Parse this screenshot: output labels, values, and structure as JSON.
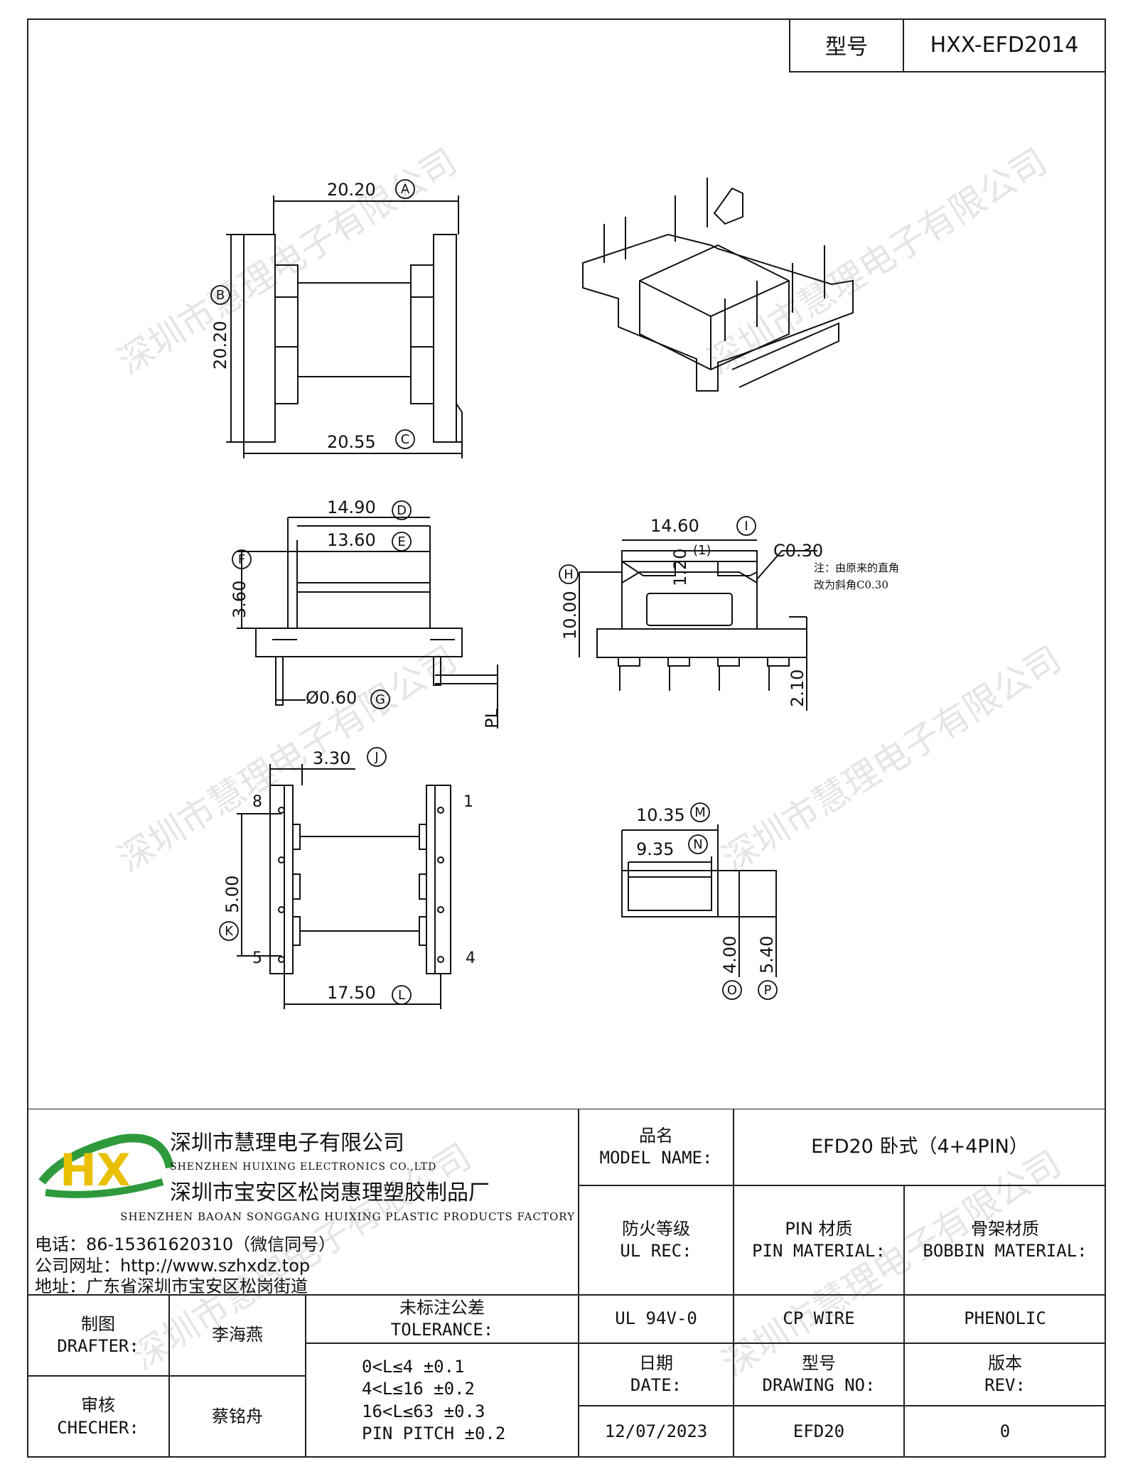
{
  "header": {
    "model_label": "型号",
    "model_value": "HXX-EFD2014"
  },
  "watermark": "深圳市慧理电子有限公司",
  "dimensions": {
    "A": "20.20",
    "B": "20.20",
    "C": "20.55",
    "D": "14.90",
    "E": "13.60",
    "F": "3.60",
    "G": "Ø0.60",
    "H": "10.00",
    "I": "14.60",
    "J": "3.30",
    "K": "5.00",
    "L": "17.50",
    "M": "10.35",
    "N": "9.35",
    "O": "4.00",
    "P": "5.40",
    "height_small": "1.20",
    "pin_len": "2.10",
    "pl": "PL",
    "chamfer": "C0.30",
    "note_ref": "(1)"
  },
  "dim_letters": [
    "A",
    "B",
    "C",
    "D",
    "E",
    "F",
    "G",
    "H",
    "I",
    "J",
    "K",
    "L",
    "M",
    "N",
    "O",
    "P"
  ],
  "pin_numbers": {
    "p8": "8",
    "p1": "1",
    "p5": "5",
    "p4": "4"
  },
  "note": {
    "line1": "注：由原来的直角",
    "line2": "改为斜角C0.30"
  },
  "company": {
    "name_cn": "深圳市慧理电子有限公司",
    "name_en": "SHENZHEN HUIXING ELECTRONICS CO.,LTD",
    "factory_cn": "深圳市宝安区松岗惠理塑胶制品厂",
    "factory_en": "SHENZHEN BAOAN SONGGANG HUIXING PLASTIC PRODUCTS FACTORY",
    "phone": "电话：86-15361620310（微信同号）",
    "website": "公司网址：http://www.szhxdz.top",
    "address": "地址：广东省深圳市宝安区松岗街道"
  },
  "logo": {
    "text": "HX",
    "green": "#2e9a3c",
    "yellow": "#e8c000"
  },
  "title_block": {
    "model_name_cn": "品名",
    "model_name_en": "MODEL NAME:",
    "model_name_value": "EFD20 卧式（4+4PIN）",
    "ul_cn": "防火等级",
    "ul_en": "UL REC:",
    "pin_mat_cn": "PIN 材质",
    "pin_mat_en": "PIN MATERIAL:",
    "bobbin_mat_cn": "骨架材质",
    "bobbin_mat_en": "BOBBIN MATERIAL:",
    "drafter_cn": "制图",
    "drafter_en": "DRAFTER:",
    "drafter_name": "李海燕",
    "checker_cn": "审核",
    "checker_en": "CHECHER:",
    "checker_name": "蔡铭舟",
    "tolerance_cn": "未标注公差",
    "tolerance_en": "TOLERANCE:",
    "tolerances": [
      "0<L≤4  ±0.1",
      "4<L≤16 ±0.2",
      "16<L≤63 ±0.3",
      "PIN PITCH ±0.2"
    ],
    "ul_value": "UL 94V-0",
    "pin_value": "CP WIRE",
    "bobbin_value": "PHENOLIC",
    "date_cn": "日期",
    "date_en": "DATE:",
    "date_value": "12/07/2023",
    "drawing_cn": "型号",
    "drawing_en": "DRAWING NO:",
    "drawing_value": "EFD20",
    "rev_cn": "版本",
    "rev_en": "REV:",
    "rev_value": "0"
  }
}
